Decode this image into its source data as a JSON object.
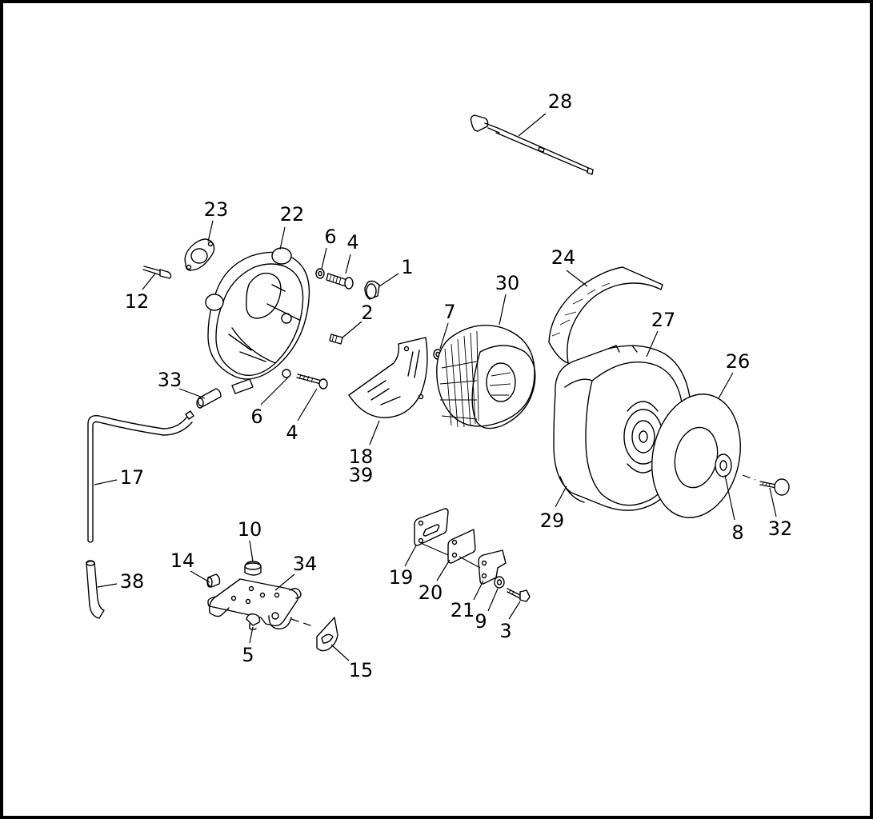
{
  "callouts": {
    "c28": "28",
    "c23": "23",
    "c22": "22",
    "c6a": "6",
    "c4a": "4",
    "c1": "1",
    "c12": "12",
    "c2": "2",
    "c30": "30",
    "c24": "24",
    "c7": "7",
    "c27": "27",
    "c33": "33",
    "c26": "26",
    "c6b": "6",
    "c4b": "4",
    "c18": "18",
    "c39": "39",
    "c17": "17",
    "c29": "29",
    "c8": "8",
    "c32": "32",
    "c10": "10",
    "c14": "14",
    "c34": "34",
    "c19": "19",
    "c38": "38",
    "c20": "20",
    "c21": "21",
    "c9": "9",
    "c3": "3",
    "c5": "5",
    "c15": "15"
  }
}
